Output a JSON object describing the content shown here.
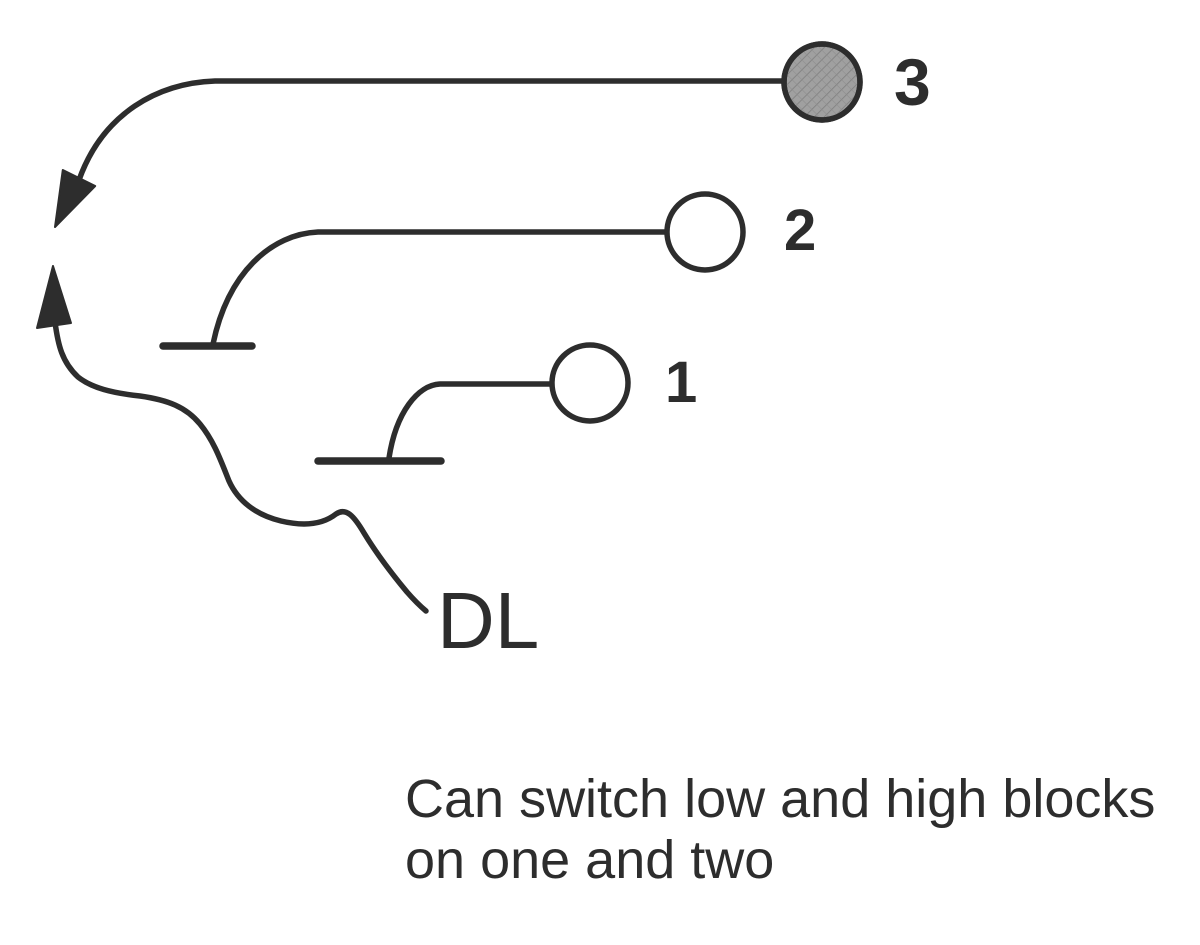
{
  "diagram": {
    "background_color": "#ffffff",
    "line_color": "#2d2d2d",
    "players": [
      {
        "label": "3",
        "fill_style": "shaded",
        "fill_color": "#a0a0a0"
      },
      {
        "label": "2",
        "fill_style": "open",
        "fill_color": "#ffffff"
      },
      {
        "label": "1",
        "fill_style": "open",
        "fill_color": "#ffffff"
      }
    ],
    "dl_label": "DL",
    "icons": {
      "arrow_down": "arrowhead-down-left",
      "arrow_up": "arrowhead-up"
    }
  },
  "caption": {
    "line1": "Can switch low and high blocks",
    "line2": "on one and two"
  }
}
